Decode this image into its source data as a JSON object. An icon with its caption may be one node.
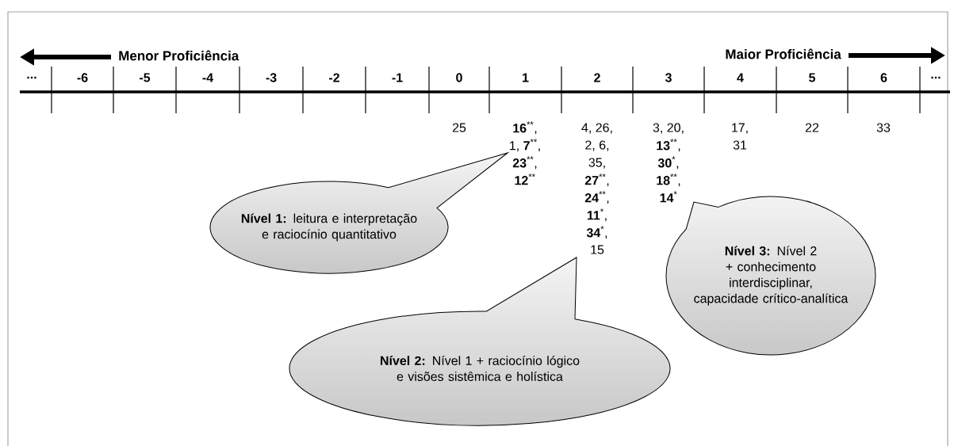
{
  "diagram": {
    "nodes": [
      {
        "text": [
          "**Nível 1:** leitura e interpretação e raciocínio quantitativo"
        ]
      },
      {
        "text": [
          "**Nível 2:** Nível 1 + raciocínio lógico e visões sistêmica e holística"
        ]
      },
      {
        "text": [
          "**Nível 3:** Nível 2 + conhecimento interdisciplinar, capacidade crítico-analítica"
        ]
      }
    ],
    "labels": [
      "Menor Proficiência",
      "Maior Proficiência",
      "...",
      "-6",
      "-5",
      "-4",
      "-3",
      "-2",
      "-1",
      "0",
      "1",
      "2",
      "3",
      "4",
      "5",
      "6",
      "...",
      "25",
      "**16**$^{**}$,",
      "1, **7**$^{**}$,",
      "**23**$^{**}$,",
      "**12**$^{**}$",
      "4, 26,",
      "2, 6,",
      "35,",
      "**27**$^{**}$,",
      "**24**$^{**}$,",
      "**11**$^{*}$,",
      "**34**$^{*}$,",
      "15",
      "3, 20,",
      "**13**$^{**}$,",
      "**30**$^{*}$,",
      "**18**$^{**}$,",
      "**14**$^{*}$",
      "17,",
      "31",
      "22",
      "33"
    ]
  }
}
